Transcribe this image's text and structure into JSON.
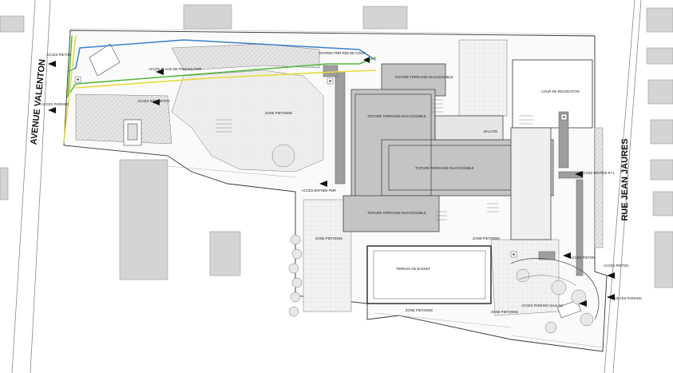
{
  "streets": {
    "left": "AVENUE VALENTON",
    "right": "RUE JEAN JAURES"
  },
  "labels": {
    "acces_pieton_left": "ACCES PIETON",
    "acces_parking_left": "ACCES PARKING",
    "acces_place_pmr": "ACCES PLACE DE PARKING PMR",
    "acces_rdc_pieton": "ACCES RdC PIETON",
    "entree_pmr_rdc_cour": "ENTREE PMR REZ DE COUR",
    "zone_pietonne_top": "ZONE PIETONNE",
    "toiture_top": "TOITURE TERRASSE INACCESSIBLE",
    "toiture_mid": "TOITURE TERRASSE INACCESSIBLE",
    "toiture_center": "TOITURE TERRASSE INACCESSIBLE",
    "toiture_bottom": "TOITURE TERRASSE INACCESSIBLE",
    "cour_recreation": "COUR DE RECREATION",
    "balcon": "BALCON",
    "acces_entree_r1": "ACCES ENTREE R+1",
    "acces_entree_pmr": "ACCES ENTREE PMR",
    "zone_pietonne_left": "ZONE PIETONNE",
    "zone_pietonne_right": "ZONE PIETONNE",
    "terrain_basket": "TERRAIN DE BASKET",
    "acces_pieton_mid": "ACCES PIETON",
    "acces_pieton_right": "ACCES PIETON",
    "acces_parking_right": "ACCES PARKING",
    "acces_parking_sous_sol": "ACCES PARKING Sous-Sol",
    "zone_pietonne_bottom1": "ZONE PIETONNE",
    "zone_pietonne_bottom2": "ZONE PIETONNE"
  },
  "colors": {
    "blue_path": "#3a7fd0",
    "green_path": "#52b63a",
    "yellow_path": "#e6dc3a",
    "building_fill": "#c4c4c4",
    "building_stroke": "#555555",
    "corridor_fill": "#9e9e9e",
    "hatch_fill": "#d9d9d9",
    "line": "#333333"
  }
}
